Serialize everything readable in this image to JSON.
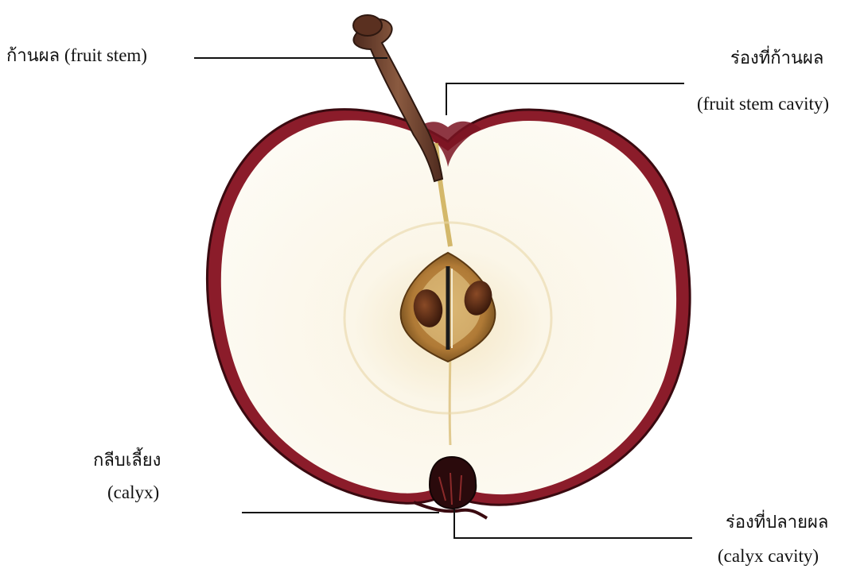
{
  "labels": {
    "fruit_stem": {
      "thai": "ก้านผล",
      "english": "(fruit stem)"
    },
    "fruit_stem_cavity": {
      "thai": "ร่องที่ก้านผล",
      "english": "(fruit stem cavity)"
    },
    "calyx": {
      "thai": "กลีบเลี้ยง",
      "english": "(calyx)"
    },
    "calyx_cavity": {
      "thai": "ร่องที่ปลายผล",
      "english": "(calyx cavity)"
    }
  },
  "colors": {
    "skin": "#8b1c2a",
    "flesh": "#fbf7ec",
    "stem": "#6b3a2a",
    "seed": "#4a2414",
    "leader_line": "#111111"
  }
}
